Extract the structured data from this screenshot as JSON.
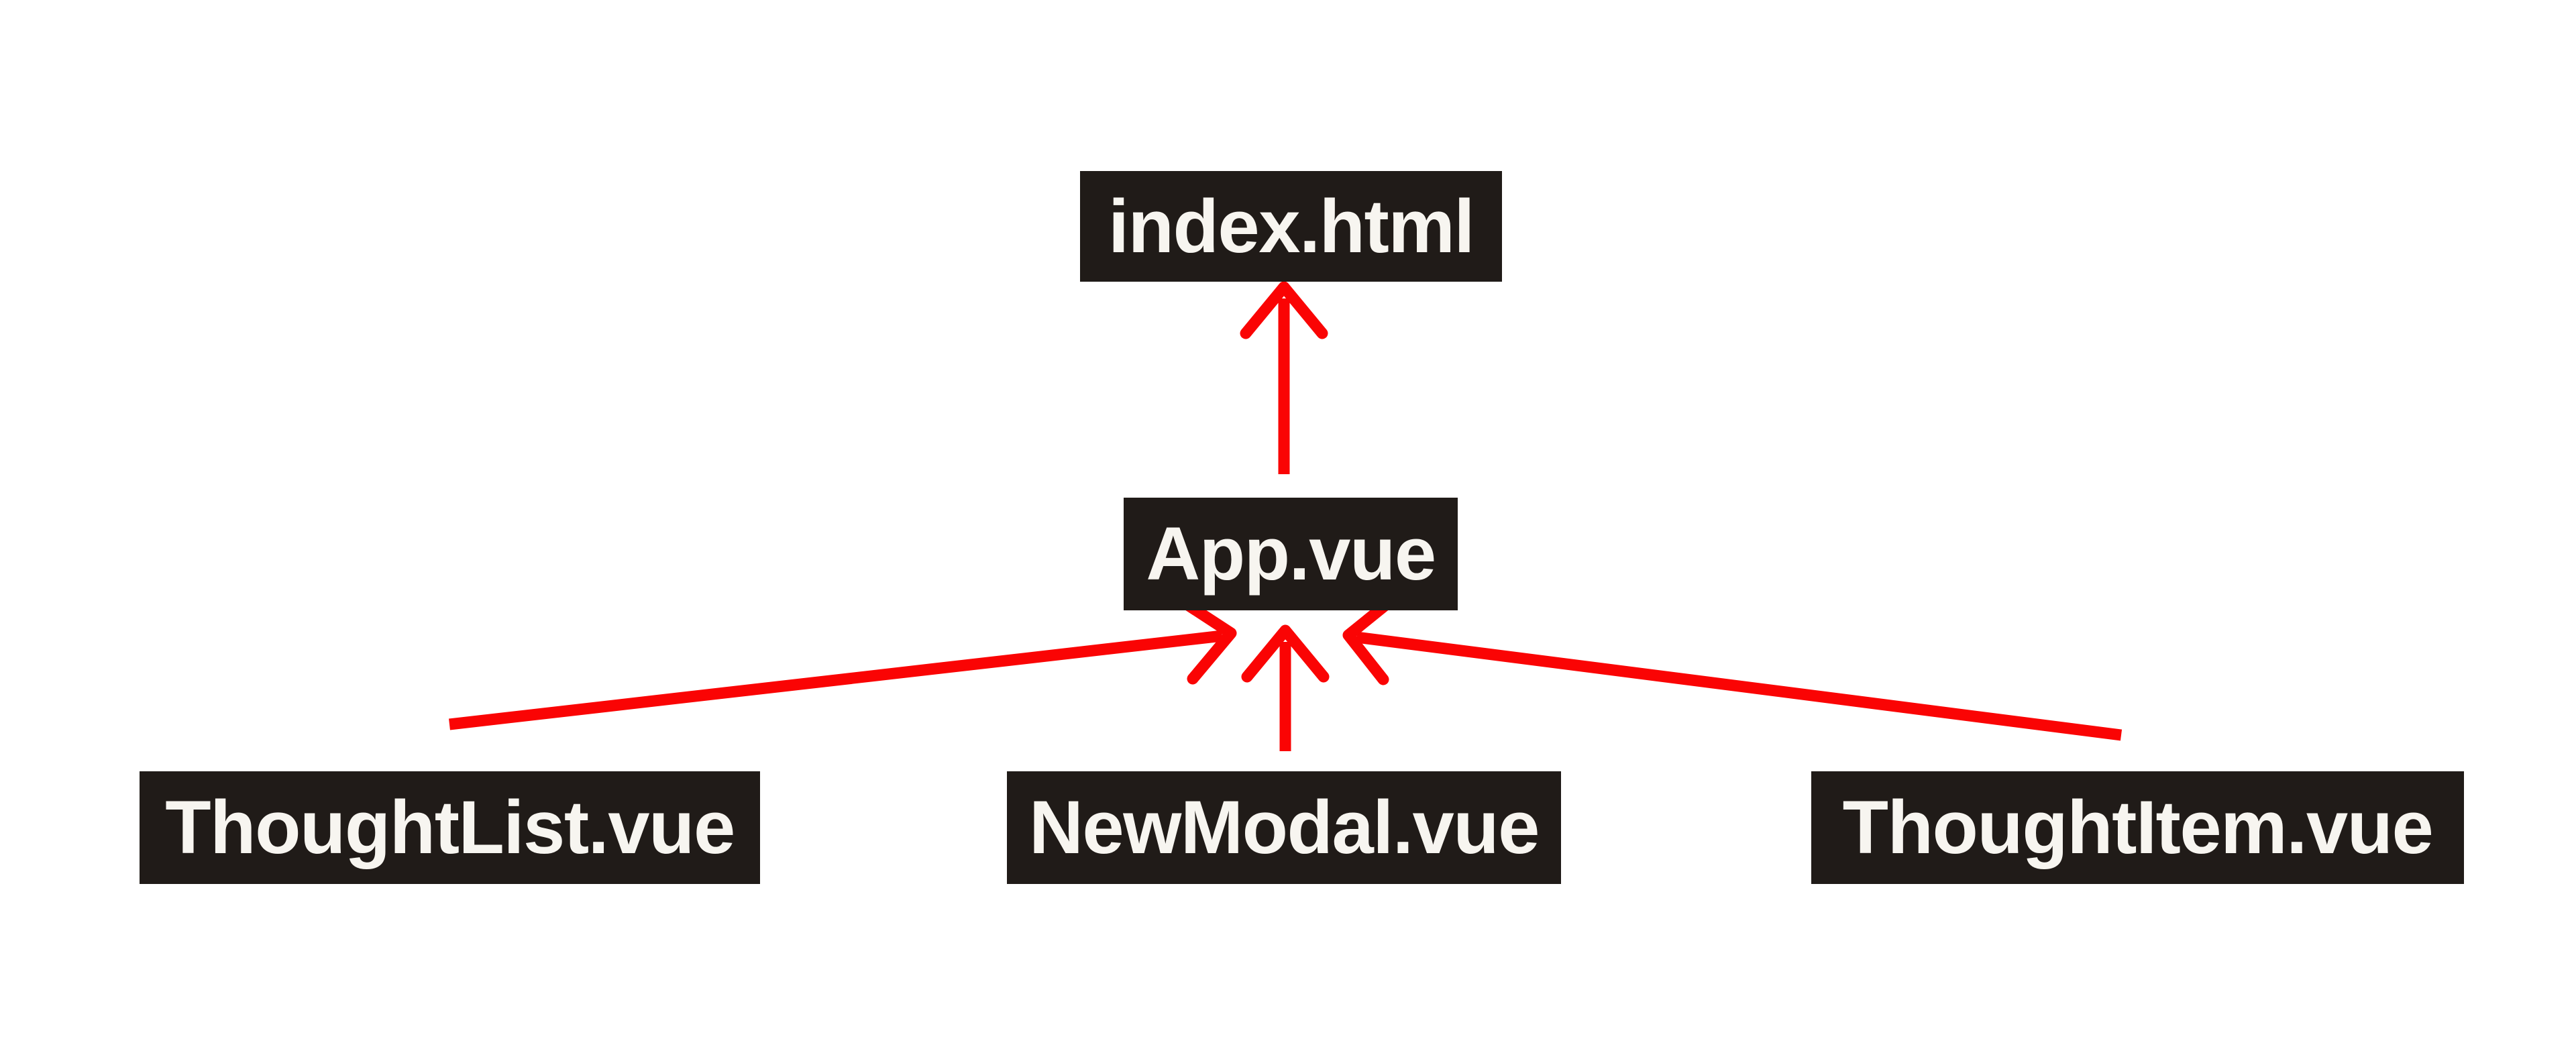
{
  "diagram": {
    "type": "component-hierarchy",
    "colors": {
      "background": "#ffffff",
      "node_fill": "#201b18",
      "node_text": "#f7f5f0",
      "arrow": "#fa0404"
    },
    "nodes": [
      {
        "id": "index-html",
        "label": "index.html"
      },
      {
        "id": "app-vue",
        "label": "App.vue"
      },
      {
        "id": "thought-list-vue",
        "label": "ThoughtList.vue"
      },
      {
        "id": "new-modal-vue",
        "label": "NewModal.vue"
      },
      {
        "id": "thought-item-vue",
        "label": "ThoughtItem.vue"
      }
    ],
    "edges": [
      {
        "from": "app-vue",
        "to": "index-html"
      },
      {
        "from": "thought-list-vue",
        "to": "app-vue"
      },
      {
        "from": "new-modal-vue",
        "to": "app-vue"
      },
      {
        "from": "thought-item-vue",
        "to": "app-vue"
      }
    ]
  }
}
